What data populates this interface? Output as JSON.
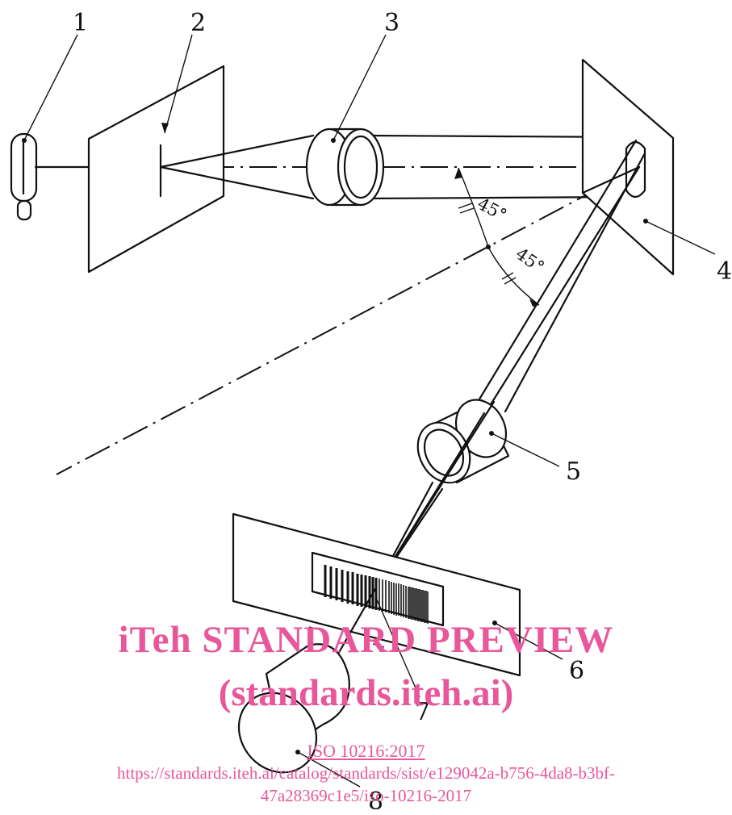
{
  "labels": {
    "l1": "1",
    "l2": "2",
    "l3": "3",
    "l4": "4",
    "l5": "5",
    "l6": "6",
    "l7": "7",
    "l8": "8"
  },
  "angles": {
    "upper": "45°",
    "lower": "45°"
  },
  "watermark": {
    "line1": "iTeh STANDARD PREVIEW",
    "line2": "(standards.iteh.ai)",
    "standard_ref": "ISO 10216:2017",
    "url_line1": "https://standards.iteh.ai/catalog/standards/sist/e129042a-b756-4da8-b3bf-",
    "url_line2": "47a28369c1e5/iso-10216-2017",
    "color": "#e8579a"
  }
}
